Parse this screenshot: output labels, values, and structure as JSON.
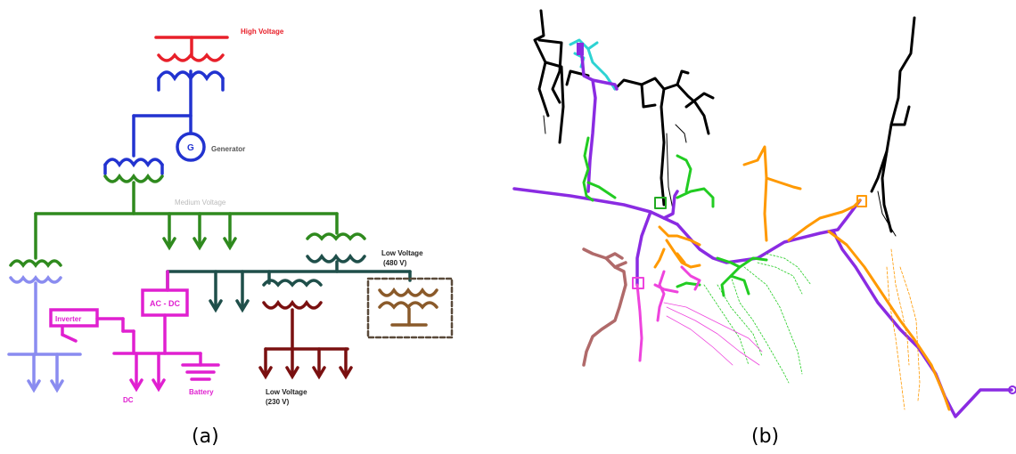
{
  "panel_a": {
    "caption": "(a)",
    "labels": {
      "high_voltage": "High Voltage",
      "generator": "Generator",
      "generator_symbol": "G",
      "medium_voltage": "Medium Voltage",
      "low_voltage_480_line1": "Low Voltage",
      "low_voltage_480_line2": "(480 V)",
      "inverter": "Inverter",
      "ac_dc": "AC - DC",
      "battery": "Battery",
      "dc": "DC",
      "low_voltage_230_line1": "Low Voltage",
      "low_voltage_230_line2": "(230 V)"
    },
    "colors": {
      "high_voltage": "#e8202a",
      "generator_side": "#2233d0",
      "medium_voltage": "#2f8a1e",
      "low_voltage_480": "#1f4f4a",
      "low_voltage_230": "#7a1010",
      "dc": "#e020d0",
      "left_feeder": "#8a8cf0",
      "boxed_transformer": "#8a5a2a",
      "medium_voltage_label": "#bbbbbb"
    }
  },
  "panel_b": {
    "caption": "(b)",
    "colors": {
      "black": "#000000",
      "purple": "#8a2be2",
      "cyan": "#2ed3d3",
      "green": "#22cc22",
      "orange": "#ff9900",
      "pink": "#ee44dd",
      "brown": "#b06a6a"
    }
  }
}
